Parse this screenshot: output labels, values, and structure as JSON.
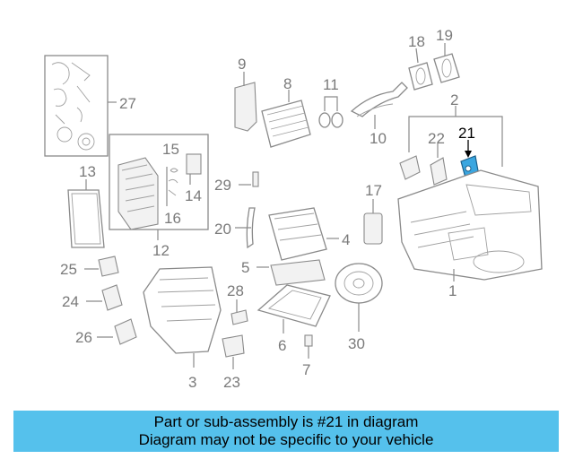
{
  "callouts": {
    "n1": "1",
    "n2": "2",
    "n3": "3",
    "n4": "4",
    "n5": "5",
    "n6": "6",
    "n7": "7",
    "n8": "8",
    "n9": "9",
    "n10": "10",
    "n11": "11",
    "n12": "12",
    "n13": "13",
    "n14": "14",
    "n15": "15",
    "n16": "16",
    "n17": "17",
    "n18": "18",
    "n19": "19",
    "n20": "20",
    "n21": "21",
    "n22": "22",
    "n23": "23",
    "n24": "24",
    "n25": "25",
    "n26": "26",
    "n27": "27",
    "n28": "28",
    "n29": "29",
    "n30": "30"
  },
  "highlight": {
    "part_number": "21",
    "color": "#3aa6e0"
  },
  "banner": {
    "line1": "Part or sub-assembly is #21 in diagram",
    "line2": "Diagram may not be specific to your vehicle",
    "background": "#55c1ec"
  }
}
